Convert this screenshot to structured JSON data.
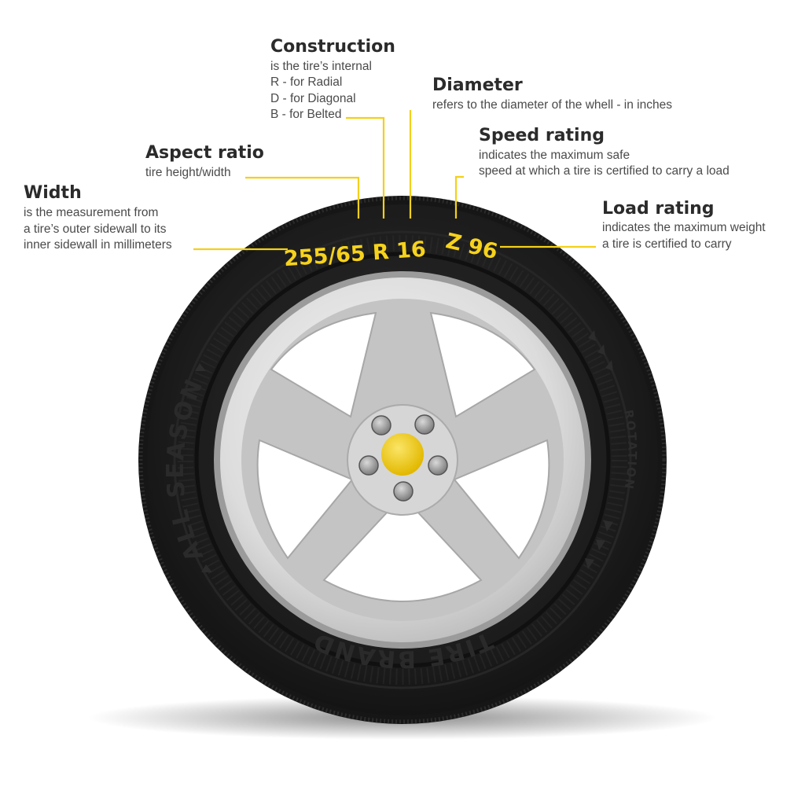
{
  "tire_code": {
    "size": "255/65 R 16",
    "service": "Z 96"
  },
  "sidewall": {
    "season": "ALL SEASON",
    "brand": "TIRE BRAND",
    "rotation": "ROTATION"
  },
  "labels": {
    "construction": {
      "heading": "Construction",
      "lines": [
        "is the tire’s internal",
        "R - for Radial",
        "D - for Diagonal",
        "B - for Belted"
      ]
    },
    "diameter": {
      "heading": "Diameter",
      "lines": [
        "refers to the diameter of the whell - in inches"
      ]
    },
    "speed_rating": {
      "heading": "Speed rating",
      "lines": [
        "indicates the maximum safe",
        "speed at which a tire is certified to carry a load"
      ]
    },
    "aspect_ratio": {
      "heading": "Aspect ratio",
      "lines": [
        "tire height/width"
      ]
    },
    "width": {
      "heading": "Width",
      "lines": [
        "is the measurement from",
        "a tire’s outer sidewall to its",
        "inner sidewall in millimeters"
      ]
    },
    "load_rating": {
      "heading": "Load rating",
      "lines": [
        "indicates the maximum weight",
        "a tire is certified to carry"
      ]
    }
  },
  "colors": {
    "accent": "#f3d01a",
    "tire": "#1f1f1f",
    "rim": "#e2e2e2",
    "text": "#2b2b2b"
  }
}
